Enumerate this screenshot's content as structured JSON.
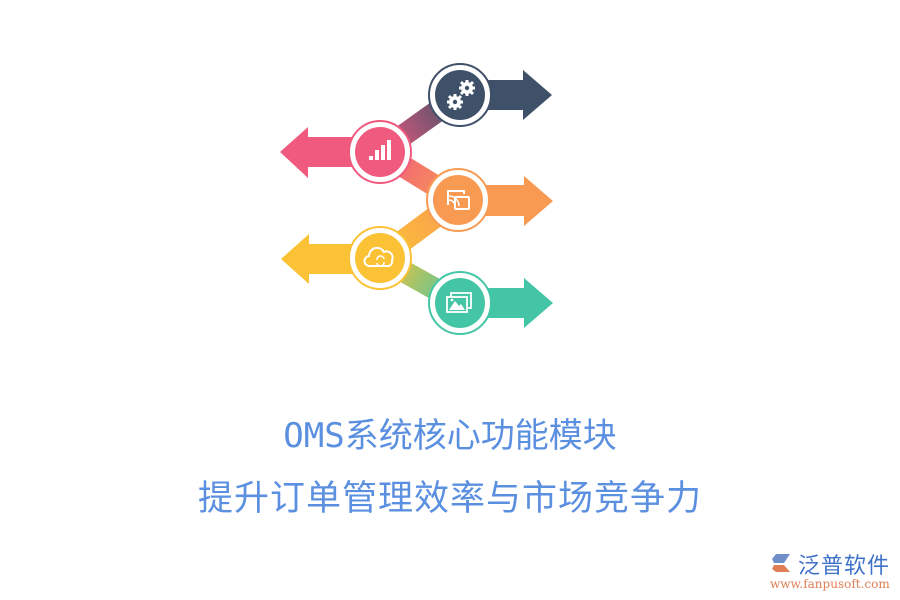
{
  "diagram": {
    "steps": [
      {
        "id": "step-1",
        "icon": "gears-icon",
        "color": "#3f5069",
        "direction": "right"
      },
      {
        "id": "step-2",
        "icon": "signal-bars-icon",
        "color": "#ef5a7e",
        "direction": "left"
      },
      {
        "id": "step-3",
        "icon": "screen-cast-icon",
        "color": "#f99a52",
        "direction": "right"
      },
      {
        "id": "step-4",
        "icon": "cloud-sync-icon",
        "color": "#fbc236",
        "direction": "left"
      },
      {
        "id": "step-5",
        "icon": "image-gallery-icon",
        "color": "#44c6a6",
        "direction": "right"
      }
    ]
  },
  "title": {
    "line1": "OMS系统核心功能模块",
    "line2": "提升订单管理效率与市场竞争力",
    "color": "#5b8fe0"
  },
  "logo": {
    "name": "泛普软件",
    "url": "www.fanpusoft.com"
  }
}
